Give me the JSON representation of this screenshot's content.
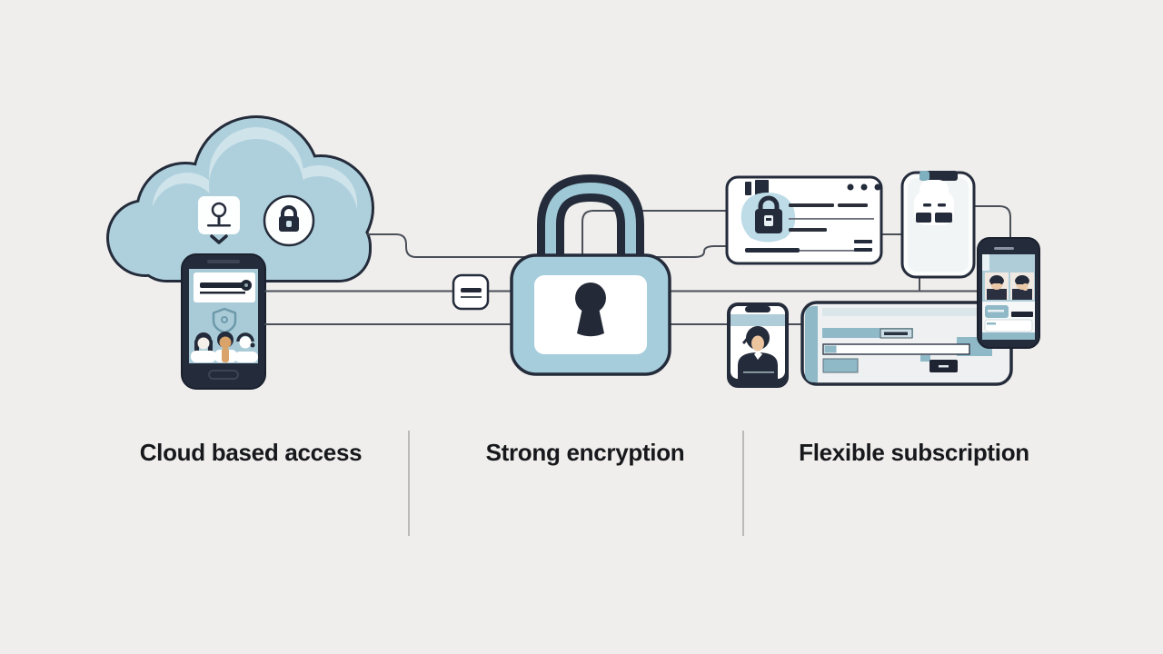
{
  "page": {
    "background": "#efeeec",
    "type": "feature-infographic"
  },
  "features": [
    {
      "id": "cloud-based-access",
      "label": "Cloud based access"
    },
    {
      "id": "strong-encryption",
      "label": "Strong encryption"
    },
    {
      "id": "flexible-subscription",
      "label": "Flexible subscription"
    }
  ],
  "palette": {
    "background": "#efeeec",
    "outline_navy": "#242b3a",
    "dark_navy": "#1f2433",
    "cloud_blue": "#aed0dc",
    "cloud_highlight": "#cfe3ea",
    "screen_blue": "#a9cbd8",
    "lock_blue": "#a5cddc",
    "teal": "#8fb9c7",
    "light_teal": "#cadee6",
    "connector_gray": "#4a4f58",
    "text_color": "#17181c",
    "divider_gray": "#bcbab6",
    "skin_tan": "#d9a36a"
  },
  "icons": [
    "cloud-icon",
    "location-pin-icon",
    "lock-badge-icon",
    "smartphone-icon",
    "search-bar-icon",
    "shield-icon",
    "user-avatars-icon",
    "padlock-icon",
    "password-tag-icon",
    "credential-card-icon",
    "window-dots-icon",
    "card-lock-blob-icon",
    "tablet-icon",
    "ghost-lock-icon",
    "profile-phone-icon",
    "browser-window-icon",
    "progress-bar-icon",
    "cta-button-icon",
    "gallery-phone-icon"
  ]
}
